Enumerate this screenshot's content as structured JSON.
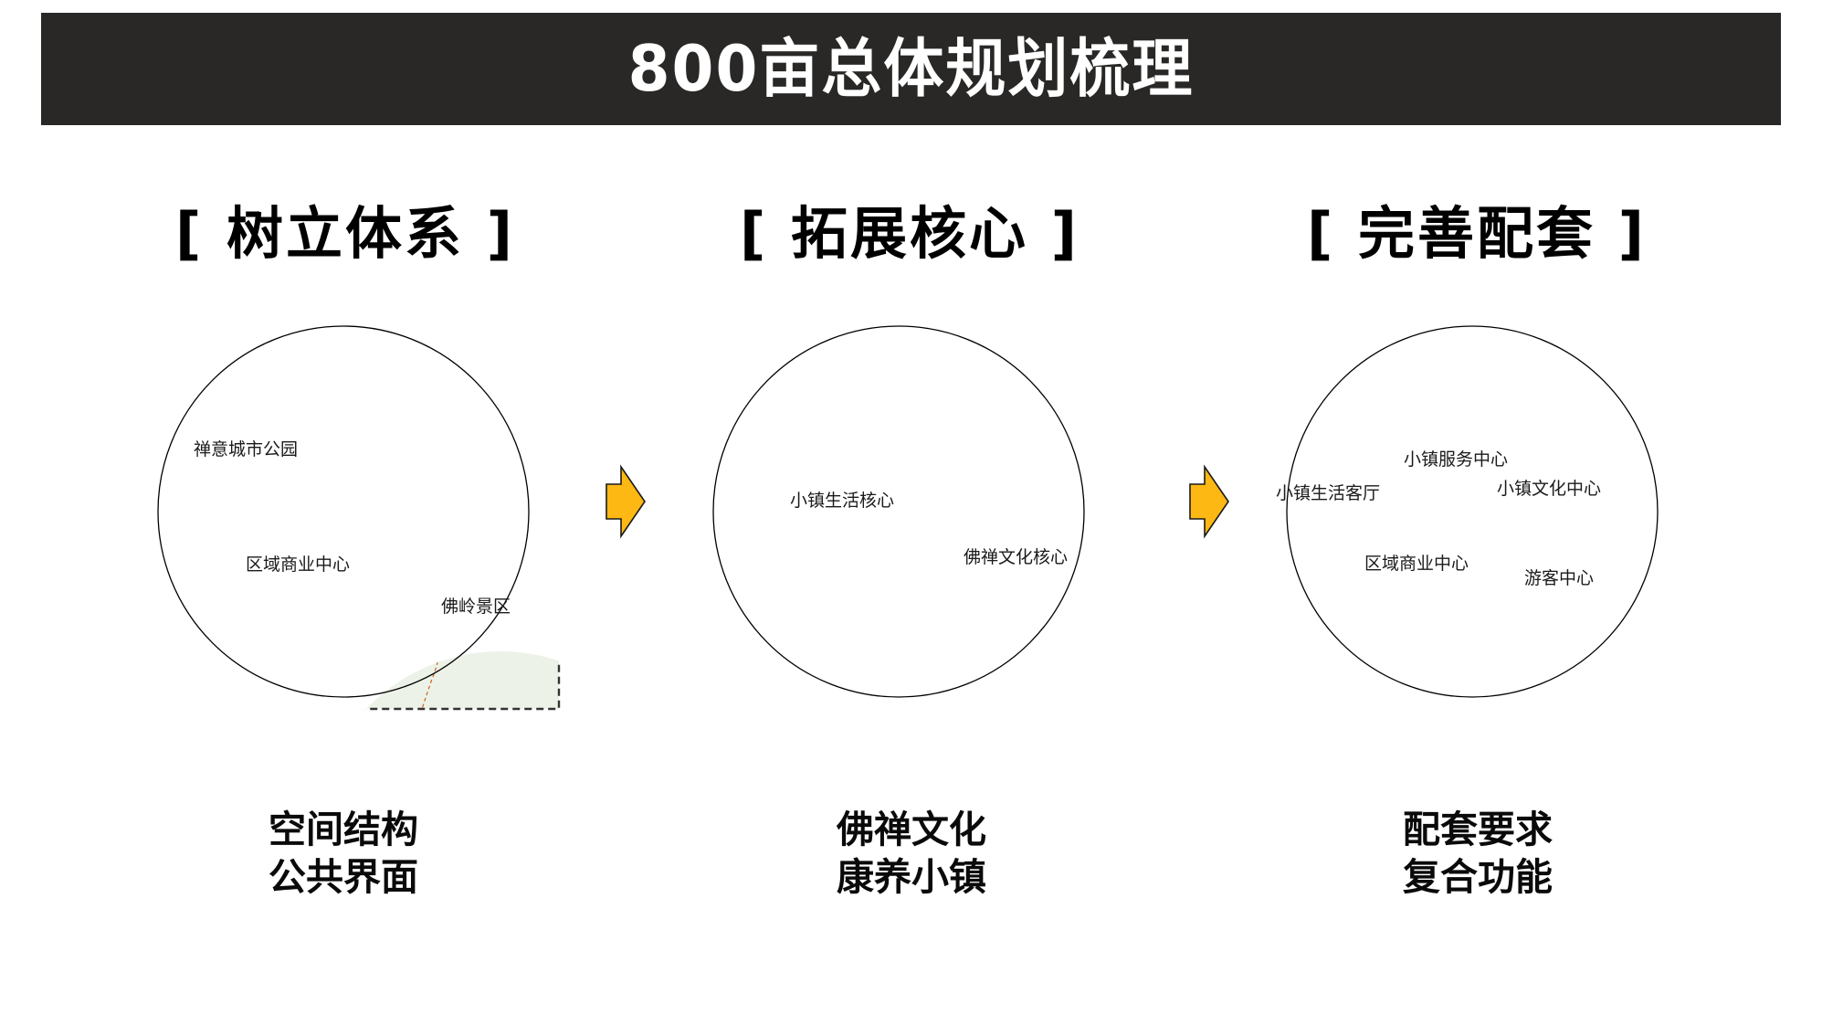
{
  "header": {
    "title": "800亩总体规划梳理"
  },
  "colors": {
    "header_bg": "#292826",
    "core_yellow": "#F6CF55",
    "area_green": "#EDF2E8",
    "axis_orange": "#C8661E",
    "node_red": "#F00000",
    "node_orange": "#E8803A",
    "arrow_yellow": "#FDB813"
  },
  "panels": [
    {
      "heading": {
        "open": "[",
        "text": "树立体系",
        "close": "]"
      },
      "labels": [
        "禅意城市公园",
        "区域商业中心",
        "佛岭景区"
      ],
      "caption": [
        "空间结构",
        "公共界面"
      ]
    },
    {
      "heading": {
        "open": "[",
        "text": "拓展核心",
        "close": "]"
      },
      "labels": [
        "小镇生活核心",
        "佛禅文化核心"
      ],
      "caption": [
        "佛禅文化",
        "康养小镇"
      ]
    },
    {
      "heading": {
        "open": "[",
        "text": "完善配套",
        "close": "]"
      },
      "labels": [
        "小镇服务中心",
        "小镇生活客厅",
        "小镇文化中心",
        "区域商业中心",
        "游客中心"
      ],
      "caption": [
        "配套要求",
        "复合功能"
      ]
    }
  ],
  "flow_arrows": [
    "next-arrow",
    "next-arrow"
  ]
}
